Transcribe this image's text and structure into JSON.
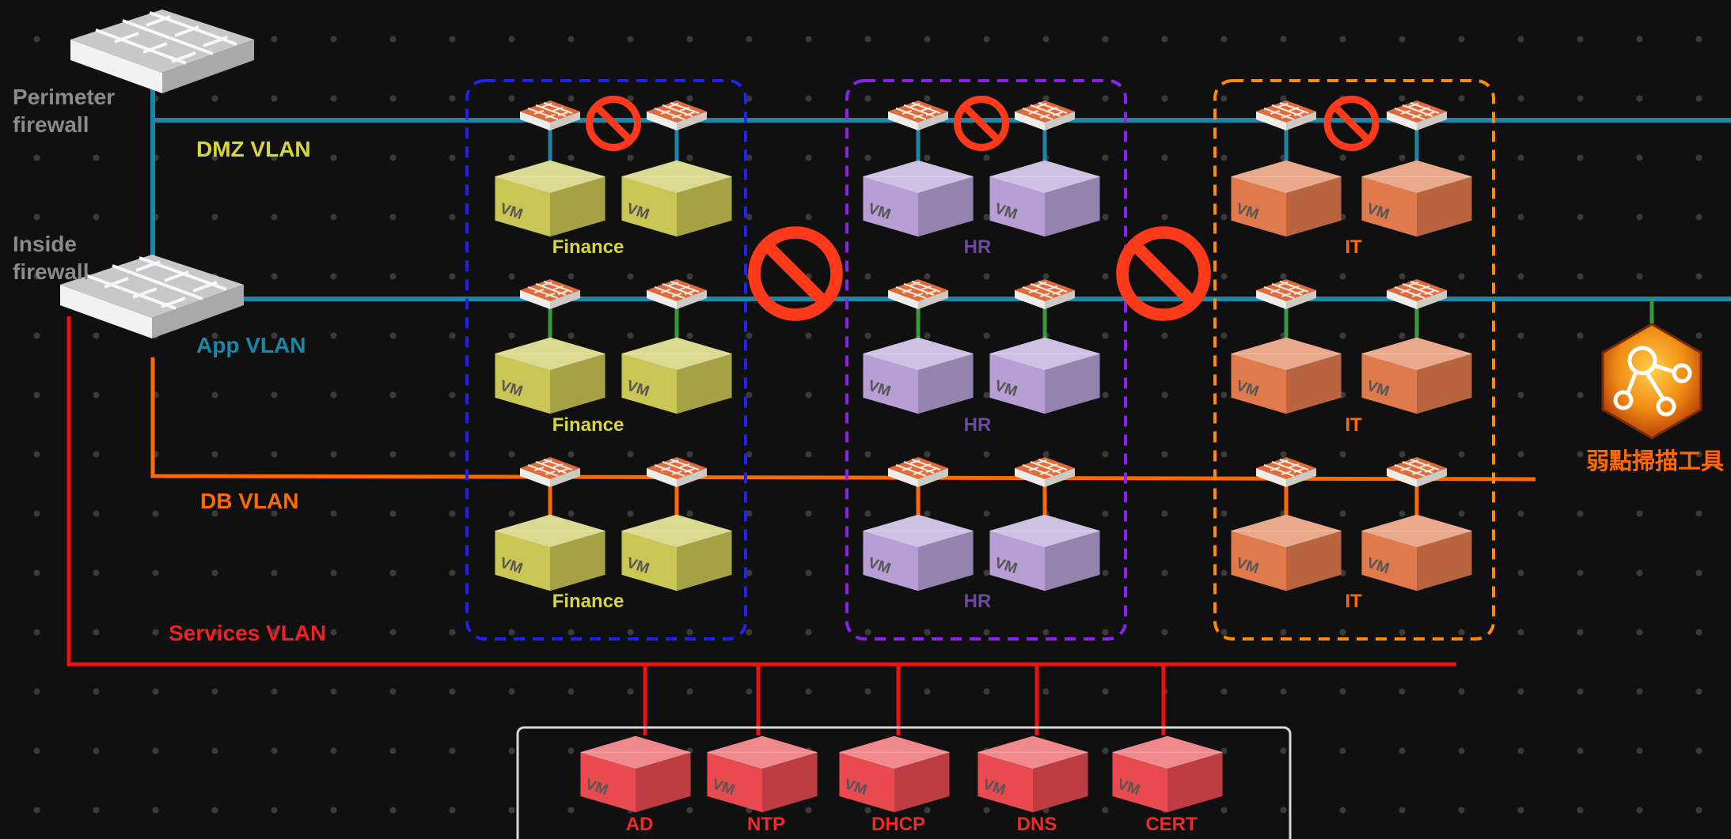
{
  "firewalls": {
    "perimeter": "Perimeter firewall",
    "inside": "Inside firewall"
  },
  "vlans": {
    "dmz": "DMZ VLAN",
    "app": "App VLAN",
    "db": "DB VLAN",
    "services": "Services VLAN"
  },
  "vm_badge": "VM",
  "groups": [
    {
      "name": "Finance",
      "tiers": [
        "Finance",
        "Finance",
        "Finance"
      ]
    },
    {
      "name": "HR",
      "tiers": [
        "HR",
        "HR",
        "HR"
      ]
    },
    {
      "name": "IT",
      "tiers": [
        "IT",
        "IT",
        "IT"
      ]
    }
  ],
  "services": [
    "AD",
    "NTP",
    "DHCP",
    "DNS",
    "CERT"
  ],
  "scanner_label": "弱點掃描工具",
  "colors": {
    "finance": "#c9c655",
    "hr": "#b79fd6",
    "it": "#e07a4c",
    "services": "#e84a50",
    "dmz_line": "#1b86a8",
    "app_line": "#1b86a8",
    "db_line": "#ff6a00",
    "services_line": "#ee1111",
    "prohibit": "#ff3a1a"
  }
}
